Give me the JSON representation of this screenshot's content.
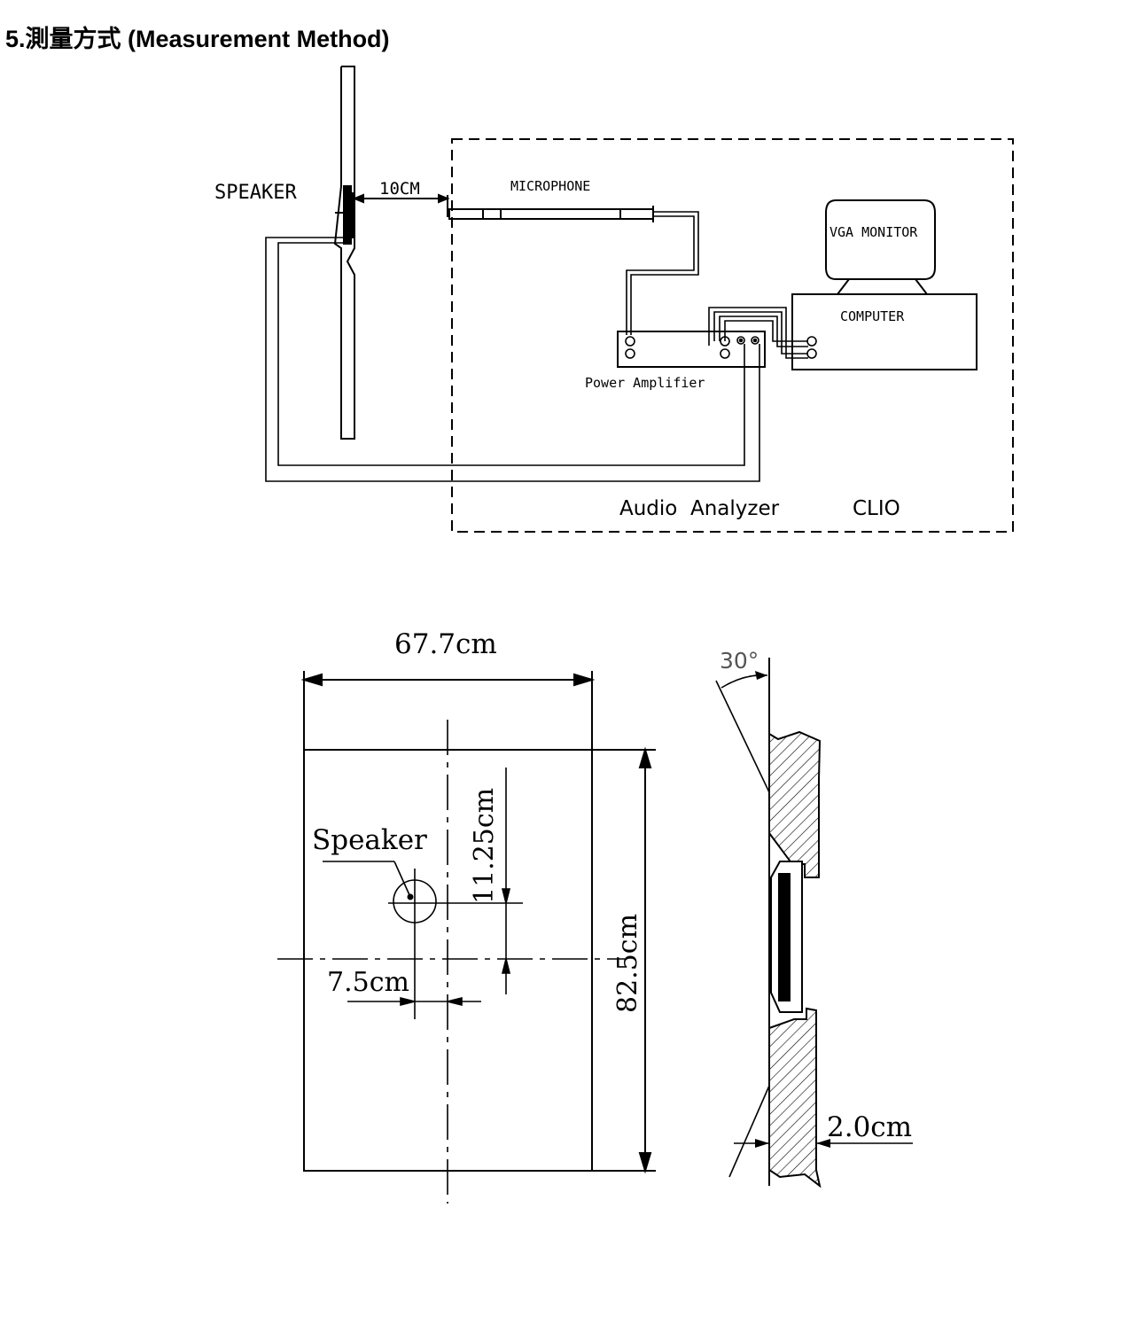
{
  "header": {
    "title": "5.測量方式  (Measurement Method)"
  },
  "setup_diagram": {
    "speaker_label": "SPEAKER",
    "distance_label": "10CM",
    "microphone_label": "MICROPHONE",
    "monitor_label": "VGA MONITOR",
    "computer_label": "COMPUTER",
    "amplifier_label": "Power Amplifier",
    "analyzer_label": "Audio  Analyzer",
    "analyzer_brand": "CLIO"
  },
  "baffle_diagram": {
    "width_label": "67.7cm",
    "height_label": "82.5cm",
    "vertical_offset_label": "11.25cm",
    "horizontal_offset_label": "7.5cm",
    "speaker_label": "Speaker",
    "angle_label": "30°",
    "thickness_label": "2.0cm"
  },
  "colors": {
    "line": "#000000",
    "background": "#ffffff"
  }
}
